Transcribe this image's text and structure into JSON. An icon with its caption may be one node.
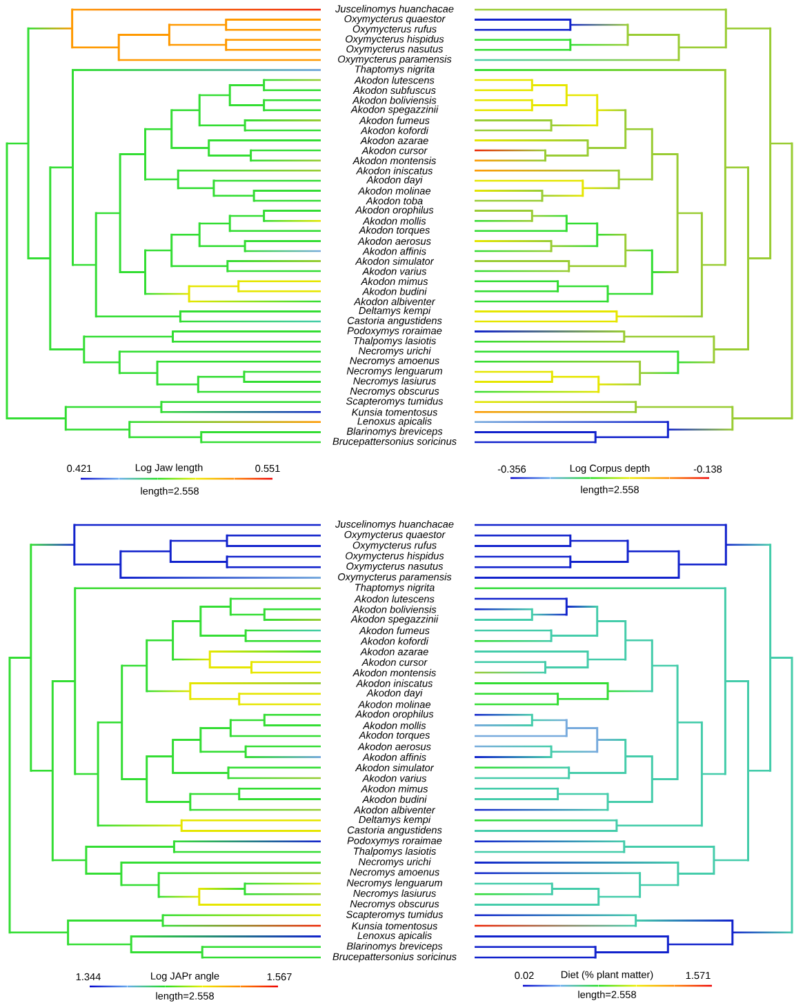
{
  "diagram": {
    "labels": [
      "Juscelinomys huanchacae",
      "Oxymycterus quaestor",
      "Oxymycterus rufus",
      "Oxymycterus hispidus",
      "Oxymycterus nasutus",
      "Oxymycterus paramensis",
      "Thaptomys nigrita",
      "Akodon lutescens",
      "Akodon subfuscus",
      "Akodon boliviensis",
      "Akodon spegazzinii",
      "Akodon fumeus",
      "Akodon kofordi",
      "Akodon azarae",
      "Akodon cursor",
      "Akodon montensis",
      "Akodon iniscatus",
      "Akodon dayi",
      "Akodon molinae",
      "Akodon toba",
      "Akodon orophilus",
      "Akodon mollis",
      "Akodon torques",
      "Akodon aerosus",
      "Akodon affinis",
      "Akodon simulator",
      "Akodon varius",
      "Akodon mimus",
      "Akodon budini",
      "Akodon albiventer",
      "Deltamys kempi",
      "Castoria angustidens",
      "Podoxymys roraimae",
      "Thalpomys lasiotis",
      "Necromys urichi",
      "Necromys amoenus",
      "Necromys lenguarum",
      "Necromys lasiurus",
      "Necromys obscurus",
      "Scapteromys tumidus",
      "Kunsia tomentosus",
      "Lenoxus apicalis",
      "Blarinomys breviceps",
      "Brucepattersonius soricinus",
      "0.421",
      "Log Jaw length",
      "0.551",
      "-0.356",
      "Log Corpus depth",
      "-0.138",
      "length=2.558",
      "length=2.558",
      "Juscelinomys huanchacae",
      "Oxymycterus quaestor",
      "Oxymycterus rufus",
      "Oxymycterus hispidus",
      "Oxymycterus nasutus",
      "Oxymycterus paramensis",
      "Thaptomys nigrita",
      "Akodon lutescens",
      "Akodon boliviensis",
      "Akodon spegazzinii",
      "Akodon fumeus",
      "Akodon kofordi",
      "Akodon azarae",
      "Akodon cursor",
      "Akodon montensis",
      "Akodon iniscatus",
      "Akodon dayi",
      "Akodon molinae",
      "Akodon orophilus",
      "Akodon mollis",
      "Akodon torques",
      "Akodon aerosus",
      "Akodon affinis",
      "Akodon simulator",
      "Akodon varius",
      "Akodon mimus",
      "Akodon budini",
      "Akodon albiventer",
      "Deltamys kempi",
      "Castoria angustidens",
      "Podoxymys roraimae",
      "Thalpomys lasiotis",
      "Necromys urichi",
      "Necromys amoenus",
      "Necromys lenguarum",
      "Necromys lasiurus",
      "Necromys obscurus",
      "Scapteromys tumidus",
      "Kunsia tomentosus",
      "Lenoxus apicalis",
      "Blarinomys breviceps",
      "Brucepattersonius soricinus",
      "1.344",
      "Log JAPr angle",
      "1.567",
      "0.02",
      "Diet (% plant matter)",
      "1.571",
      "length=2.558",
      "length=2.558"
    ]
  }
}
